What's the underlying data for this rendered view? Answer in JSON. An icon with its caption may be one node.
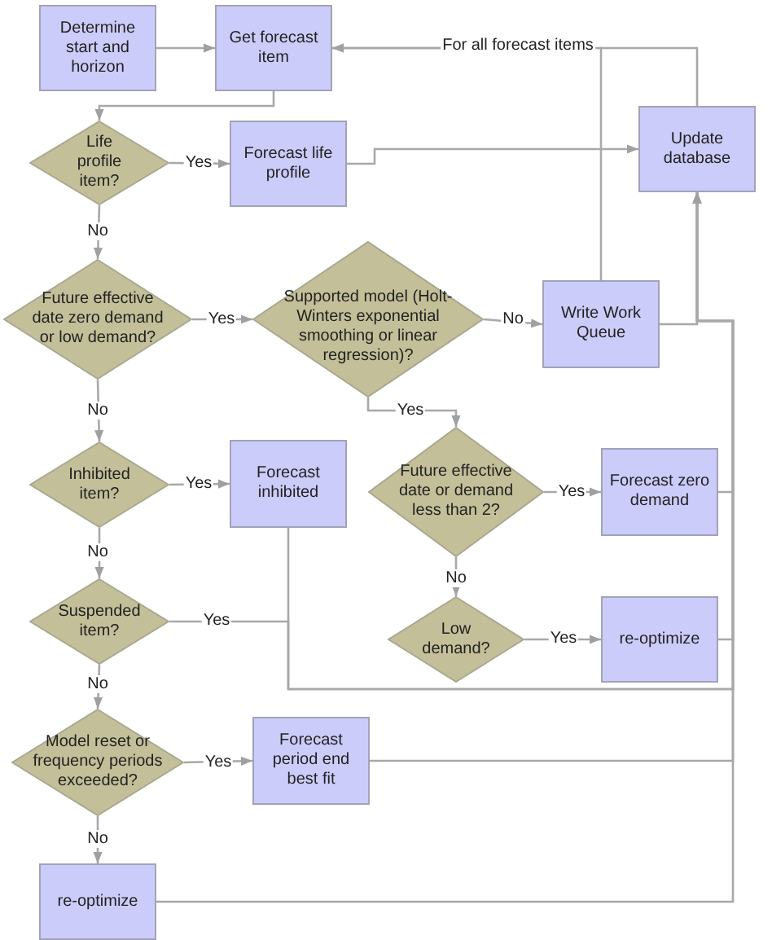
{
  "diagram": {
    "nodes": [
      {
        "text": [
          "Determine start and horizon"
        ]
      },
      {
        "text": [
          "Get forecast item"
        ]
      },
      {
        "text": [
          "Life profile item?"
        ]
      },
      {
        "text": [
          "Forecast life profile"
        ]
      },
      {
        "text": [
          "Update database"
        ]
      },
      {
        "text": [
          "Future effective date zero demand or low demand?"
        ]
      },
      {
        "text": [
          "Supported model (Holt-Winters exponential smoothing or linear regression)?"
        ]
      },
      {
        "text": [
          "Write Work Queue"
        ]
      },
      {
        "text": [
          "Inhibited item?"
        ]
      },
      {
        "text": [
          "Forecast inhibited"
        ]
      },
      {
        "text": [
          "Future effective date or demand less than 2?"
        ]
      },
      {
        "text": [
          "Forecast zero demand"
        ]
      },
      {
        "text": [
          "Suspended item?"
        ]
      },
      {
        "text": [
          "Low demand?"
        ]
      },
      {
        "text": [
          "re-optimize"
        ]
      },
      {
        "text": [
          "Model reset or frequency periods exceeded?"
        ]
      },
      {
        "text": [
          "Forecast period end best fit"
        ]
      },
      {
        "text": [
          "re-optimize"
        ]
      }
    ],
    "edges": [
      {
        "from": 0,
        "to": 1,
        "arrow": "to"
      },
      {
        "from": 1,
        "to": 2,
        "arrow": "to"
      },
      {
        "from": 2,
        "to": 3,
        "arrow": "to",
        "label": "Yes"
      },
      {
        "from": 3,
        "to": 4,
        "arrow": "to"
      },
      {
        "from": 2,
        "to": 5,
        "arrow": "to",
        "label": "No"
      },
      {
        "from": 5,
        "to": 6,
        "arrow": "to",
        "label": "Yes"
      },
      {
        "from": 6,
        "to": 7,
        "arrow": "to",
        "label": "No"
      },
      {
        "from": 6,
        "to": 10,
        "arrow": "to",
        "label": "Yes"
      },
      {
        "from": 5,
        "to": 8,
        "arrow": "to",
        "label": "No"
      },
      {
        "from": 8,
        "to": 9,
        "arrow": "to",
        "label": "Yes"
      },
      {
        "from": 8,
        "to": 12,
        "arrow": "to",
        "label": "No"
      },
      {
        "from": 10,
        "to": 11,
        "arrow": "to",
        "label": "Yes"
      },
      {
        "from": 10,
        "to": 13,
        "arrow": "to",
        "label": "No"
      },
      {
        "from": 13,
        "to": 14,
        "arrow": "to",
        "label": "Yes"
      },
      {
        "from": 12,
        "to": 15,
        "arrow": "to",
        "label": "No"
      },
      {
        "from": 15,
        "to": 16,
        "arrow": "to",
        "label": "Yes"
      },
      {
        "from": 15,
        "to": 17,
        "arrow": "to",
        "label": "No"
      },
      {
        "from": 7,
        "to": 4,
        "arrow": "to"
      },
      {
        "from": 7,
        "to": 1,
        "arrow": "to"
      },
      {
        "from": 4,
        "to": 1,
        "arrow": "to",
        "label": "For all forecast items"
      },
      {
        "from": 9,
        "to": 4,
        "arrow": "to"
      },
      {
        "from": 12,
        "to": 4,
        "arrow": "to",
        "label": "Yes"
      },
      {
        "from": 11,
        "to": 4,
        "arrow": "to"
      },
      {
        "from": 14,
        "to": 4,
        "arrow": "to"
      },
      {
        "from": 16,
        "to": 4,
        "arrow": "to"
      },
      {
        "from": 17,
        "to": 4,
        "arrow": "to"
      }
    ]
  }
}
